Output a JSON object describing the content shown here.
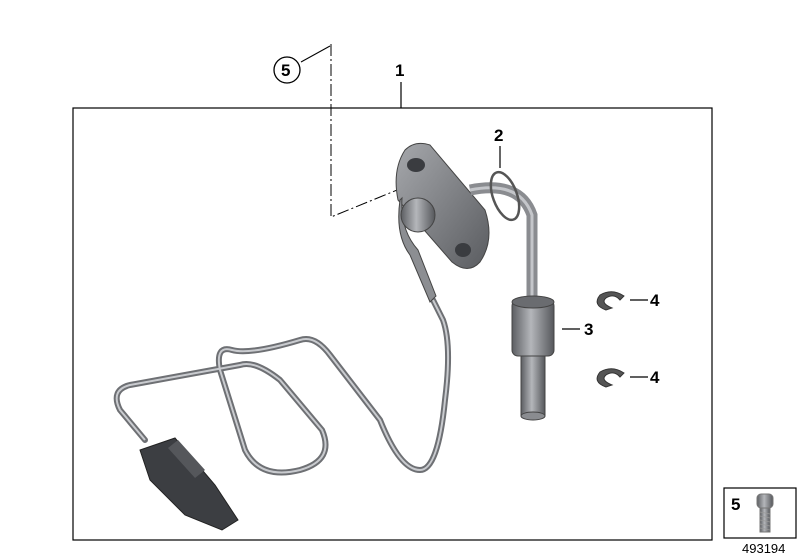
{
  "diagram": {
    "callouts": {
      "main_assembly": "1",
      "o_ring": "2",
      "sleeve": "3",
      "clip_upper": "4",
      "clip_lower": "4",
      "screw_circled": "5"
    },
    "inset": {
      "label": "5",
      "part_number": "493194"
    }
  },
  "colors": {
    "part": "#8a8c90",
    "part_dark": "#4a4c50",
    "line": "#000000"
  }
}
